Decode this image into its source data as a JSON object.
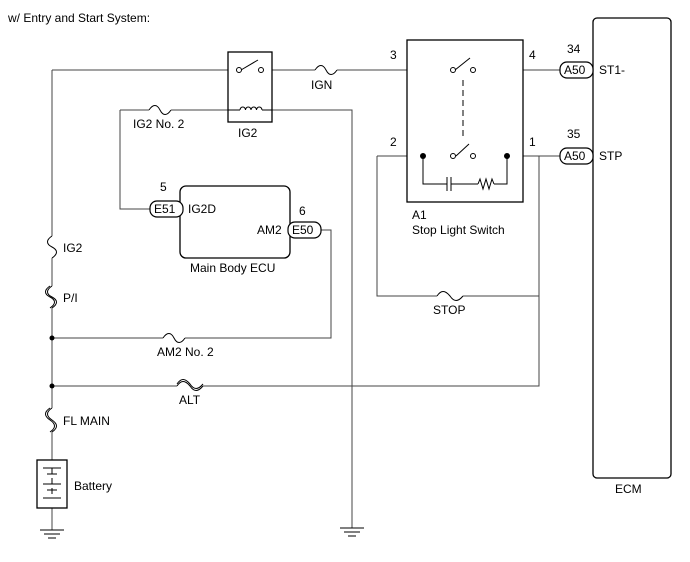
{
  "heading": "w/ Entry and Start System:",
  "components": {
    "ecm": "ECM",
    "stop_switch_code": "A1",
    "stop_switch_name": "Stop Light Switch",
    "main_body_ecu": "Main Body ECU",
    "ig2_relay": "IG2",
    "battery": "Battery"
  },
  "pins": {
    "sw_3": "3",
    "sw_4": "4",
    "sw_2": "2",
    "sw_1": "1",
    "ecm_34": "34",
    "ecm_35": "35",
    "ecu_5": "5",
    "ecu_6": "6"
  },
  "connectors": {
    "ecm_st1": "A50",
    "ecm_stp": "A50",
    "ecu_ig2d": "E51",
    "ecu_am2": "E50"
  },
  "terminals": {
    "st1": "ST1-",
    "stp": "STP",
    "ig2d": "IG2D",
    "am2": "AM2"
  },
  "fuses": {
    "ign": "IGN",
    "ig2_no2": "IG2 No. 2",
    "ig2": "IG2",
    "pi": "P/I",
    "am2_no2": "AM2 No. 2",
    "stop": "STOP",
    "alt": "ALT",
    "fl_main": "FL MAIN"
  }
}
